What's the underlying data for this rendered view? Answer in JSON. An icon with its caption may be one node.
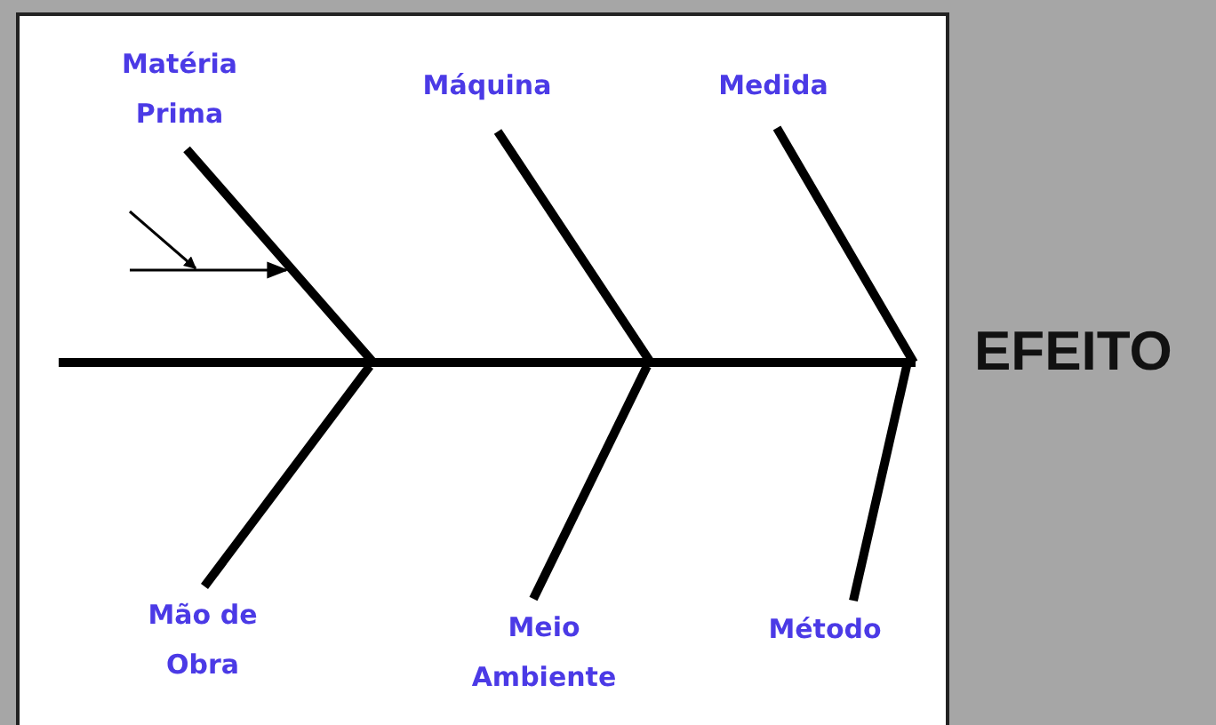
{
  "diagram": {
    "nodes": [
      {
        "text": [
          "Matéria Prima"
        ]
      },
      {
        "text": [
          "Máquina"
        ]
      },
      {
        "text": [
          "Medida"
        ]
      },
      {
        "text": [
          "Mão de Obra"
        ]
      },
      {
        "text": [
          "Meio Ambiente"
        ]
      },
      {
        "text": [
          "Método"
        ]
      }
    ],
    "edges": [
      {
        "from": 0,
        "to": null,
        "arrow": "none"
      },
      {
        "from": 1,
        "to": null,
        "arrow": "none"
      },
      {
        "from": 2,
        "to": null,
        "arrow": "none"
      },
      {
        "from": 3,
        "to": null,
        "arrow": "none"
      },
      {
        "from": 4,
        "to": null,
        "arrow": "none"
      },
      {
        "from": 5,
        "to": null,
        "arrow": "none"
      }
    ],
    "labels": [
      "EFEITO"
    ]
  }
}
